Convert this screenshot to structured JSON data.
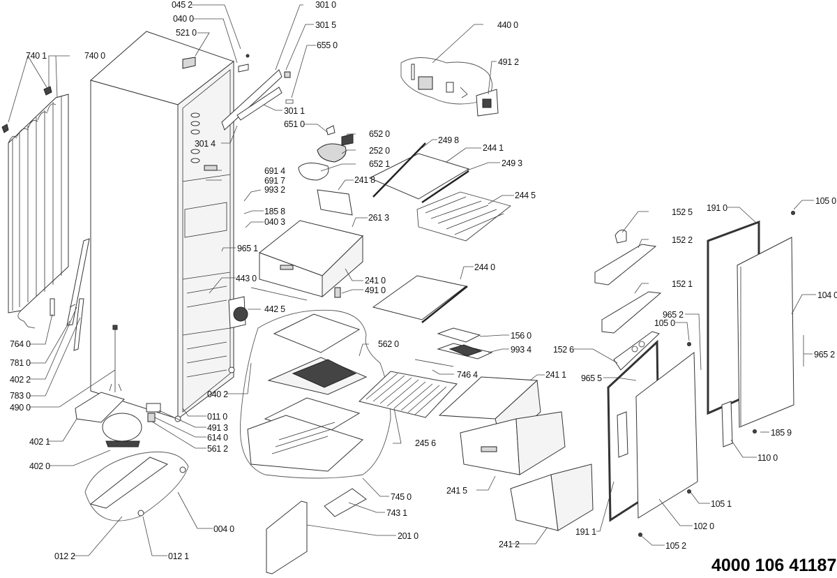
{
  "diagram": {
    "title": "Refrigerator exploded parts diagram",
    "document_number": "4000 106 41187",
    "part_labels": {
      "p0452": "045 2",
      "p0400": "040 0",
      "p5210": "521 0",
      "p7401": "740 1",
      "p7400": "740 0",
      "p3010": "301 0",
      "p3015": "301 5",
      "p6550": "655 0",
      "p3011": "301 1",
      "p3014": "301 4",
      "p6510": "651 0",
      "p6520": "652 0",
      "p2520": "252 0",
      "p6521": "652 1",
      "p4400": "440 0",
      "p4912": "491 2",
      "p2498": "249 8",
      "p2441": "244 1",
      "p2493": "249 3",
      "p2445": "244 5",
      "p6914": "691 4",
      "p6917": "691 7",
      "p9932": "993 2",
      "p2418": "241 8",
      "p1858": "185 8",
      "p2613": "261 3",
      "p0403": "040 3",
      "p9651": "965 1",
      "p4430": "443 0",
      "p2410": "241 0",
      "p4910": "491 0",
      "p2440": "244 0",
      "p4425": "442 5",
      "p5620": "562 0",
      "p1560": "156 0",
      "p9934": "993 4",
      "p7464": "746 4",
      "p2411": "241 1",
      "p2456": "245 6",
      "p0402": "040 2",
      "p7640": "764 0",
      "p7810": "781 0",
      "p4022": "402 2",
      "p7830": "783 0",
      "p4900": "490 0",
      "p0110": "011 0",
      "p4913": "491 3",
      "p6140": "614 0",
      "p5612": "561 2",
      "p4021": "402 1",
      "p4020": "402 0",
      "p0040": "004 0",
      "p0122": "012 2",
      "p0121": "012 1",
      "p7450": "745 0",
      "p7431": "743 1",
      "p2010": "201 0",
      "p2415": "241 5",
      "p2412": "241 2",
      "p1525": "152 5",
      "p1522": "152 2",
      "p1521": "152 1",
      "p1526": "152 6",
      "p9655": "965 5",
      "p9652a": "965 2",
      "p1050a": "105 0",
      "p1910": "191 0",
      "p1050b": "105 0",
      "p1040": "104 0",
      "p9652b": "965 2",
      "p1859": "185 9",
      "p1100": "110 0",
      "p1051": "105 1",
      "p1020": "102 0",
      "p1911": "191 1",
      "p1052": "105 2"
    }
  }
}
